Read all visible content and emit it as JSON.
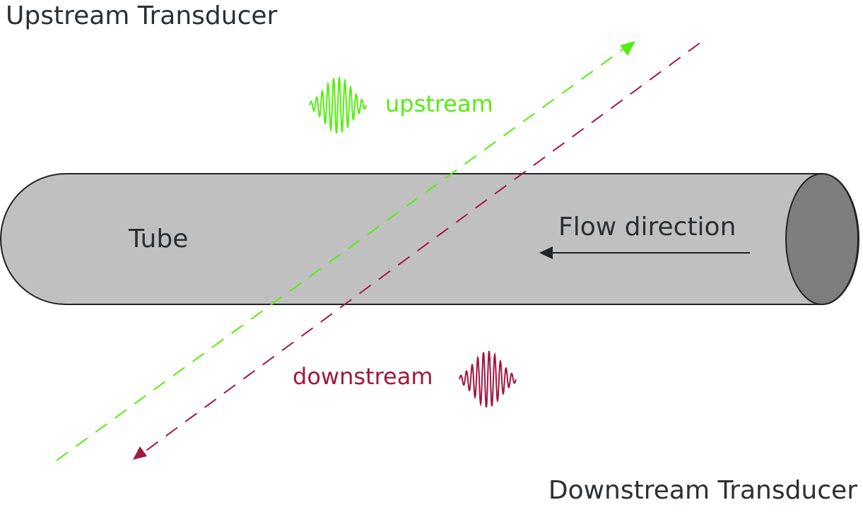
{
  "labels": {
    "upstream_transducer": "Upstream Transducer",
    "downstream_transducer": "Downstream Transducer",
    "tube": "Tube",
    "flow_direction": "Flow direction",
    "upstream": "upstream",
    "downstream": "downstream"
  },
  "colors": {
    "upstream": "#55ee11",
    "downstream": "#a3163f",
    "tube_body": "#c0c0c0",
    "tube_end": "#7e7e7e",
    "outline": "#1f2326",
    "text": "#2a2f33"
  }
}
